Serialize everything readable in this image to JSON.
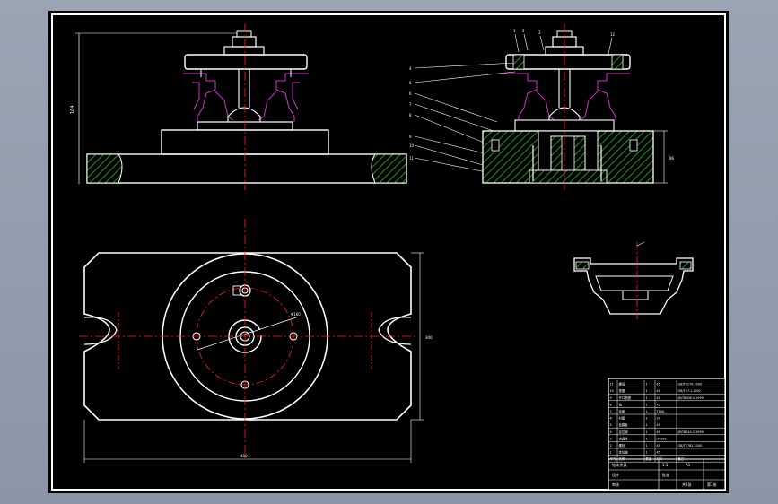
{
  "drawing": {
    "colors": {
      "background": "#000000",
      "line": "#ffffff",
      "center_line": "#ff2020",
      "part_outline": "#cc33cc",
      "hatch": "#1f8a1f",
      "viewport": "#8d97a8"
    },
    "views": {
      "front_view": "front-view",
      "section_view": "section-view",
      "top_view": "top-view",
      "detail_view": "detail-view"
    },
    "dimensions": {
      "height_label": "164",
      "width_label": "300",
      "length_label": "400",
      "depth_label": "86",
      "pcd_label": "Φ160"
    },
    "balloons": [
      "1",
      "2",
      "3",
      "4",
      "5",
      "6",
      "7",
      "8",
      "9",
      "10",
      "11",
      "12"
    ],
    "title_block": {
      "parts_rows": [
        [
          "11",
          "螺母",
          "1",
          "45",
          "GB/T6170-2000"
        ],
        [
          "10",
          "垫圈",
          "1",
          "45",
          "GB/T97.1-2002"
        ],
        [
          "9",
          "开口垫圈",
          "1",
          "45",
          "JB/T8008.4-1999"
        ],
        [
          "8",
          "销",
          "1",
          "45",
          ""
        ],
        [
          "7",
          "钻套",
          "1",
          "T10A",
          ""
        ],
        [
          "6",
          "衬套",
          "1",
          "20",
          ""
        ],
        [
          "5",
          "钻模板",
          "1",
          "45",
          ""
        ],
        [
          "4",
          "定位销",
          "1",
          "45",
          "JB/T8014.2-1999"
        ],
        [
          "3",
          "夹具体",
          "1",
          "HT200",
          ""
        ],
        [
          "2",
          "螺栓",
          "1",
          "45",
          "GB/T5782-2000"
        ],
        [
          "1",
          "定位轴",
          "1",
          "45",
          ""
        ]
      ],
      "header": [
        "序号",
        "名称",
        "数量",
        "材料",
        "备注"
      ],
      "drawing_name": "钻床夹具",
      "scale": "1:1",
      "sheet": "A1",
      "designer": "设计",
      "checker": "审核",
      "approver": "批准",
      "page_label": "共1张",
      "page_label_2": "第1张"
    }
  }
}
